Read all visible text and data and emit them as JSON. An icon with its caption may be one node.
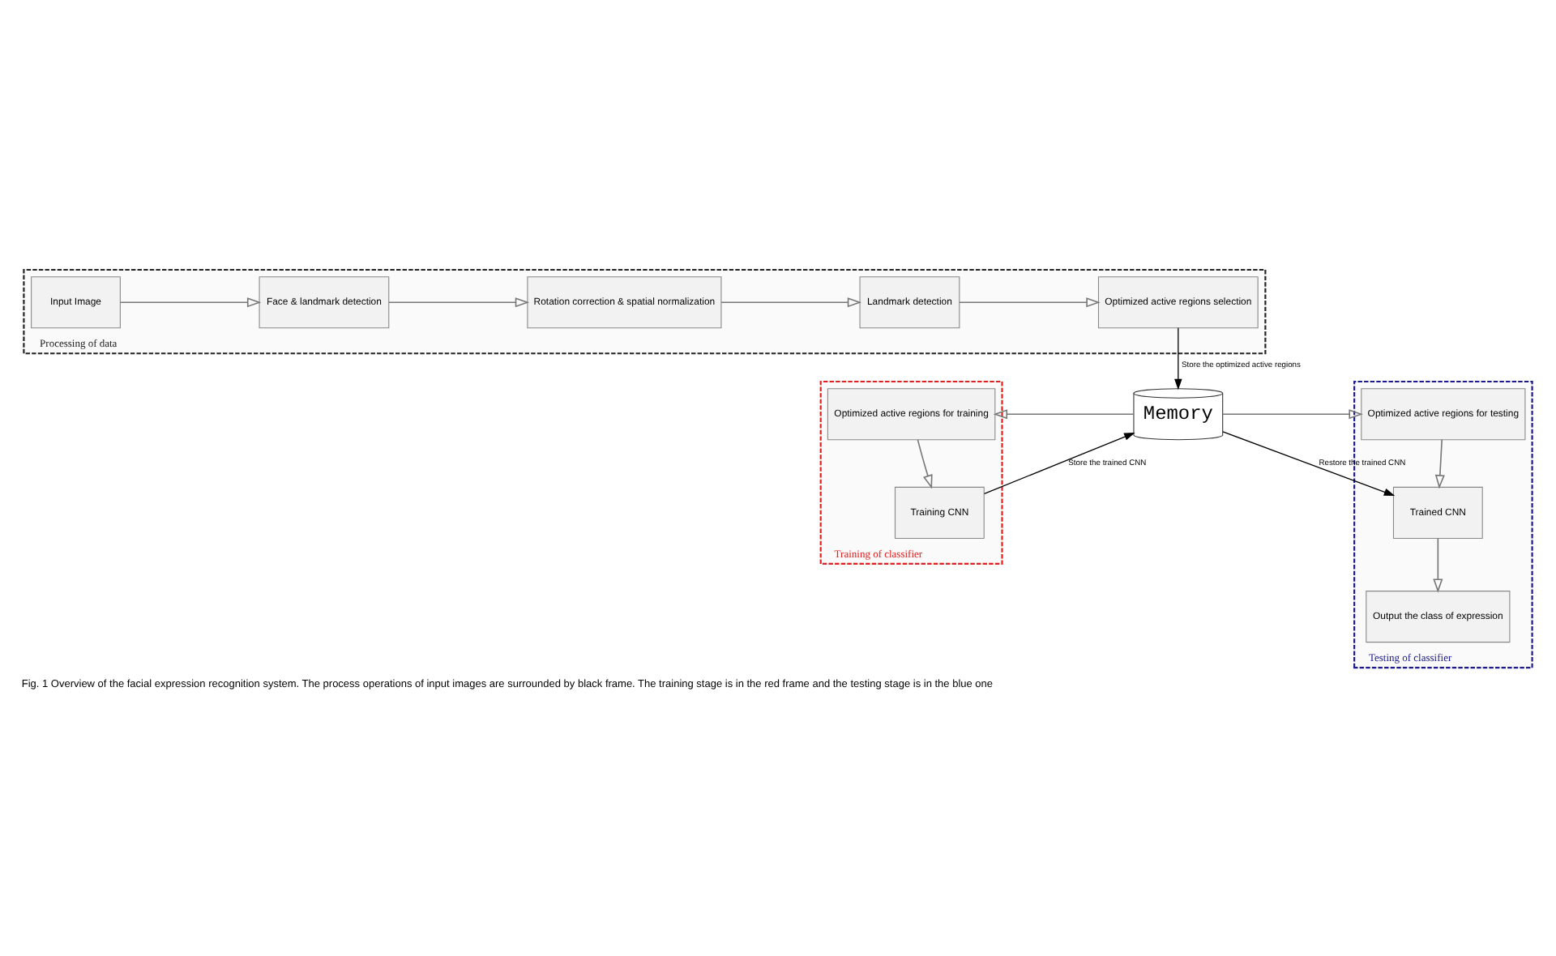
{
  "diagram": {
    "caption": "Fig. 1 Overview of the facial expression recognition system. The process operations of input images are surrounded by black frame. The training stage is in the red frame and the testing stage is in the blue one",
    "nodes": [
      {
        "text": [
          "Processing of data"
        ]
      },
      {
        "text": [
          "Input Image"
        ],
        "in": 0
      },
      {
        "text": [
          "Face & landmark detection"
        ],
        "in": 0
      },
      {
        "text": [
          "Rotation correction & spatial normalization"
        ],
        "in": 0
      },
      {
        "text": [
          "Landmark detection"
        ],
        "in": 0
      },
      {
        "text": [
          "Optimized active regions selection"
        ],
        "in": 0
      },
      {
        "text": [
          "Training of classifier"
        ]
      },
      {
        "text": [
          "Testing of classifier"
        ]
      },
      {
        "text": [
          "Memory"
        ]
      },
      {
        "text": [
          "Optimized active regions for training"
        ],
        "in": 6
      },
      {
        "text": [
          "Training CNN"
        ],
        "in": 6
      },
      {
        "text": [
          "Optimized active regions for testing"
        ],
        "in": 7
      },
      {
        "text": [
          "Trained CNN"
        ],
        "in": 7
      },
      {
        "text": [
          "Output the class of expression"
        ],
        "in": 7
      }
    ],
    "edges": [
      {
        "from": 1,
        "to": 2,
        "arrow": "to"
      },
      {
        "from": 2,
        "to": 3,
        "arrow": "to"
      },
      {
        "from": 3,
        "to": 4,
        "arrow": "to"
      },
      {
        "from": 4,
        "to": 5,
        "arrow": "to"
      },
      {
        "from": 5,
        "to": 8,
        "arrow": "to",
        "label": "Store the optimized active regions",
        "color": "#000000"
      },
      {
        "from": 8,
        "to": 9,
        "arrow": "to"
      },
      {
        "from": 8,
        "to": 11,
        "arrow": "to"
      },
      {
        "from": 9,
        "to": 10,
        "arrow": "to"
      },
      {
        "from": 10,
        "to": 8,
        "arrow": "to",
        "label": "Store the trained CNN",
        "color": "#000000"
      },
      {
        "from": 8,
        "to": 12,
        "arrow": "to",
        "label": "Restore the trained CNN",
        "color": "#000000"
      },
      {
        "from": 11,
        "to": 12,
        "arrow": "to"
      },
      {
        "from": 12,
        "to": 13,
        "arrow": "to"
      }
    ]
  }
}
